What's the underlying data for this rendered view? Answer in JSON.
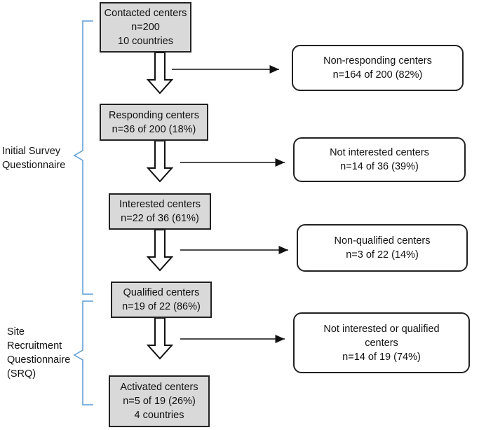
{
  "left_labels": {
    "initial_survey": [
      "Initial Survey",
      "Questionnaire"
    ],
    "site_recruitment": [
      "Site",
      "Recruitment",
      "Questionnaire",
      "(SRQ)"
    ]
  },
  "main_boxes": [
    {
      "lines": [
        "Contacted centers",
        "n=200",
        "10 countries"
      ]
    },
    {
      "lines": [
        "Responding centers",
        "n=36 of 200 (18%)"
      ]
    },
    {
      "lines": [
        "Interested centers",
        "n=22 of 36 (61%)"
      ]
    },
    {
      "lines": [
        "Qualified centers",
        "n=19 of 22 (86%)"
      ]
    },
    {
      "lines": [
        "Activated centers",
        "n=5 of 19 (26%)",
        "4 countries"
      ]
    }
  ],
  "exclusion_boxes": [
    {
      "lines": [
        "Non-responding centers",
        "n=164 of 200 (82%)"
      ]
    },
    {
      "lines": [
        "Not interested centers",
        "n=14 of 36 (39%)"
      ]
    },
    {
      "lines": [
        "Non-qualified centers",
        "n=3 of 22 (14%)"
      ]
    },
    {
      "lines": [
        "Not interested or qualified",
        "centers",
        "n=14 of 19 (74%)"
      ]
    }
  ],
  "colors": {
    "box_fill": "#d9d9d9",
    "bracket": "#5b9bd5",
    "border": "#222222"
  }
}
